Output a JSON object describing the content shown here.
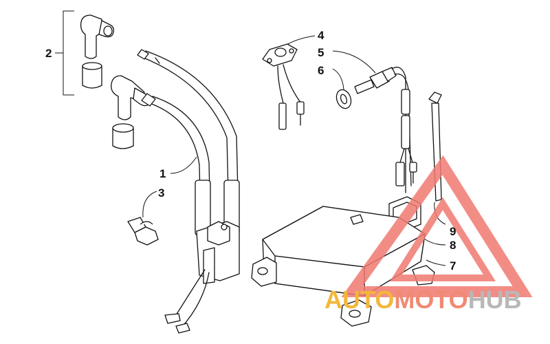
{
  "callouts": {
    "n1": "1",
    "n2": "2",
    "n3": "3",
    "n4": "4",
    "n5": "5",
    "n6": "6",
    "n7": "7",
    "n8": "8",
    "n9": "9"
  },
  "watermark": {
    "part1": "AUTO",
    "part2": "MOTO",
    "part3": "HUB",
    "color_auto": "#f3b73a",
    "color_moto": "#f08a72",
    "color_hub": "#b8b8b8",
    "triangle_color": "#f07a72"
  }
}
